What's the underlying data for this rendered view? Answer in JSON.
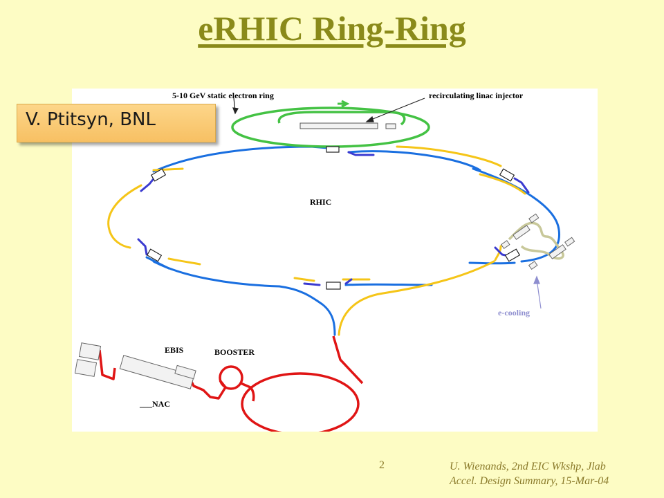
{
  "slide": {
    "title": "eRHIC Ring-Ring",
    "author": "V. Ptitsyn, BNL",
    "slide_number": "2",
    "footer_line1": "U. Wienands, 2nd EIC Wkshp, Jlab",
    "footer_line2": "Accel. Design Summary, 15-Mar-04"
  },
  "diagram": {
    "labels": {
      "electron_ring": "5-10 GeV static electron ring",
      "linac_injector": "recirculating linac injector",
      "rhic": "RHIC",
      "e_cooling": "e-cooling",
      "ebis": "EBIS",
      "booster": "BOOSTER",
      "linac": "___NAC"
    },
    "colors": {
      "blue_ring": "#1a6fe0",
      "yellow_ring": "#f5c518",
      "electron_ring": "#44c244",
      "injector_line": "#e01515",
      "e_cooling": "#c8c89a",
      "insertion_stub": "#3a3ad0"
    }
  }
}
